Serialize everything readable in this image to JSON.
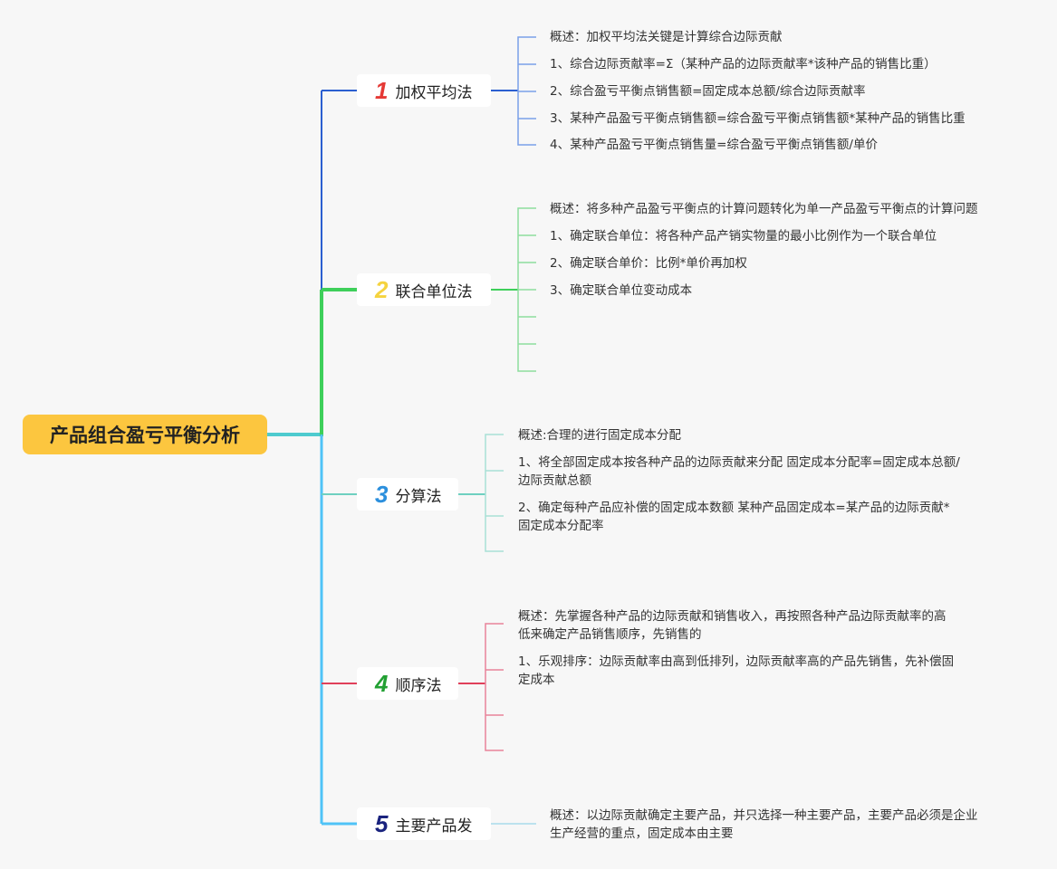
{
  "root": {
    "label": "产品组合盈亏平衡分析"
  },
  "branches": [
    {
      "number": "1",
      "label": "加权平均法",
      "color": "#2b5fd0",
      "number_color": "#e53935",
      "leaves": [
        "概述：加权平均法关键是计算综合边际贡献",
        "1、综合边际贡献率=Σ（某种产品的边际贡献率*该种产品的销售比重）",
        "2、综合盈亏平衡点销售额=固定成本总额/综合边际贡献率",
        "3、某种产品盈亏平衡点销售额=综合盈亏平衡点销售额*某种产品的销售比重",
        "4、某种产品盈亏平衡点销售量=综合盈亏平衡点销售额/单价"
      ]
    },
    {
      "number": "2",
      "label": "联合单位法",
      "color": "#3ecf5a",
      "number_color": "#f5d33f",
      "leaves": [
        "概述：将多种产品盈亏平衡点的计算问题转化为单一产品盈亏平衡点的计算问题",
        "1、确定联合单位：将各种产品产销实物量的最小比例作为一个联合单位",
        "2、确定联合单价：比例*单价再加权",
        "3、确定联合单位变动成本"
      ]
    },
    {
      "number": "3",
      "label": "分算法",
      "color": "#6fd0c0",
      "number_color": "#2b8fdd",
      "leaves": [
        "概述:合理的进行固定成本分配",
        "1、将全部固定成本按各种产品的边际贡献来分配 固定成本分配率=固定成本总额/\n边际贡献总额",
        "2、确定每种产品应补偿的固定成本数额 某种产品固定成本=某产品的边际贡献*\n固定成本分配率"
      ]
    },
    {
      "number": "4",
      "label": "顺序法",
      "color": "#e0405a",
      "number_color": "#22a033",
      "leaves": [
        "概述：先掌握各种产品的边际贡献和销售收入，再按照各种产品边际贡献率的高\n低来确定产品销售顺序，先销售的",
        "1、乐观排序：边际贡献率由高到低排列，边际贡献率高的产品先销售，先补偿固\n定成本"
      ]
    },
    {
      "number": "5",
      "label": "主要产品发",
      "color": "#4fc3f7",
      "number_color": "#1a237e",
      "leaves": [
        "概述：以边际贡献确定主要产品，并只选择一种主要产品，主要产品必须是企业\n生产经营的重点，固定成本由主要"
      ]
    }
  ]
}
